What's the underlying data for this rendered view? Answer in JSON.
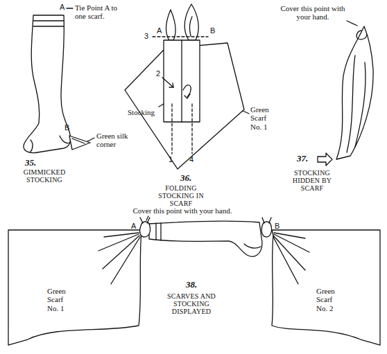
{
  "diagram": {
    "labels": [
      "Tie Point A to one scarf.",
      "A",
      "B",
      "Green silk corner",
      "35.",
      "GIMMICKED STOCKING",
      "3",
      "A",
      "B",
      "2",
      "Stocking",
      "1",
      "4",
      "Green Scarf No. 1",
      "36.",
      "FOLDING STOCKING IN SCARF",
      "Cover this point with your hand.",
      "37.",
      "STOCKING HIDDEN BY SCARF",
      "Cover this point with your hand.",
      "A",
      "B",
      "Green Scarf No. 1",
      "Green Scarf No. 2",
      "38.",
      "SCARVES AND STOCKING DISPLAYED"
    ]
  }
}
